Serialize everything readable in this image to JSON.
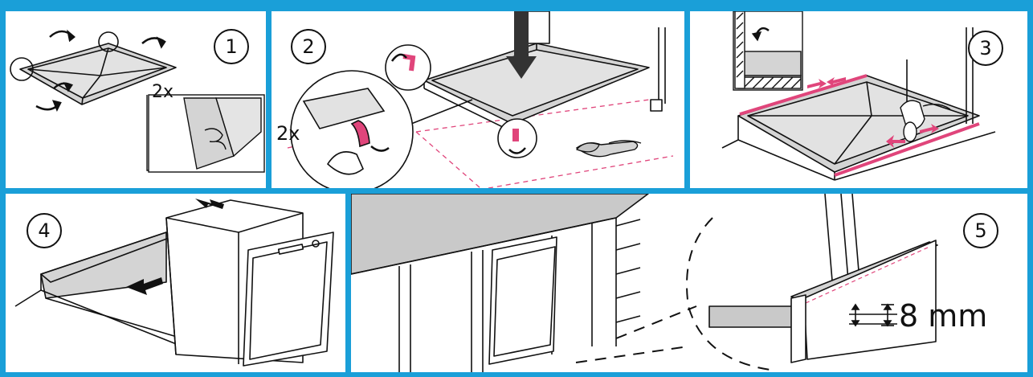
{
  "steps": [
    {
      "number": "1",
      "count_label": "2x"
    },
    {
      "number": "2",
      "count_label": "2x"
    },
    {
      "number": "3"
    },
    {
      "number": "4"
    },
    {
      "number": "5",
      "measurement": "8 mm"
    }
  ],
  "colors": {
    "frame": "#1a9fd8",
    "line": "#111111",
    "tray": "#d4d4d4",
    "countertop": "#c9c9c9",
    "tape": "#e0457b"
  },
  "icons": [
    "rotate-arrow-icon",
    "push-arrow-icon",
    "pull-arrow-icon",
    "cloth-icon",
    "hand-icon"
  ]
}
